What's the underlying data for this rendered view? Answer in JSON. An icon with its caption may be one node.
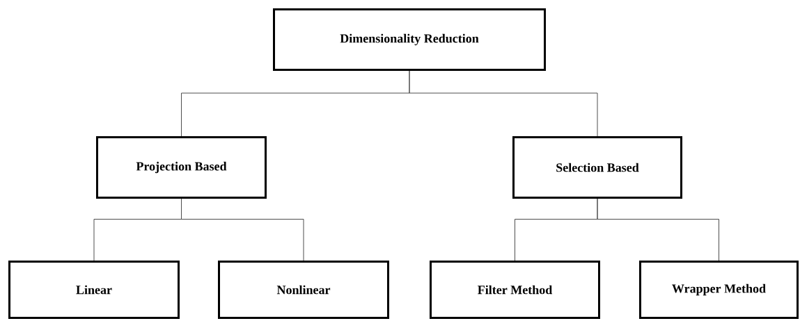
{
  "diagram": {
    "nodes": [
      {
        "text": [
          "Dimensionality Reduction"
        ]
      },
      {
        "text": [
          "Projection Based"
        ]
      },
      {
        "text": [
          "Selection Based"
        ]
      },
      {
        "text": [
          "Linear"
        ]
      },
      {
        "text": [
          "Nonlinear"
        ]
      },
      {
        "text": [
          "Filter Method"
        ]
      },
      {
        "text": [
          "Wrapper Method"
        ]
      }
    ],
    "edges": [
      {
        "from": 0,
        "to": 1,
        "arrow": "none"
      },
      {
        "from": 0,
        "to": 2,
        "arrow": "none"
      },
      {
        "from": 1,
        "to": 3,
        "arrow": "none"
      },
      {
        "from": 1,
        "to": 4,
        "arrow": "none"
      },
      {
        "from": 2,
        "to": 5,
        "arrow": "none"
      },
      {
        "from": 2,
        "to": 6,
        "arrow": "none"
      }
    ]
  }
}
